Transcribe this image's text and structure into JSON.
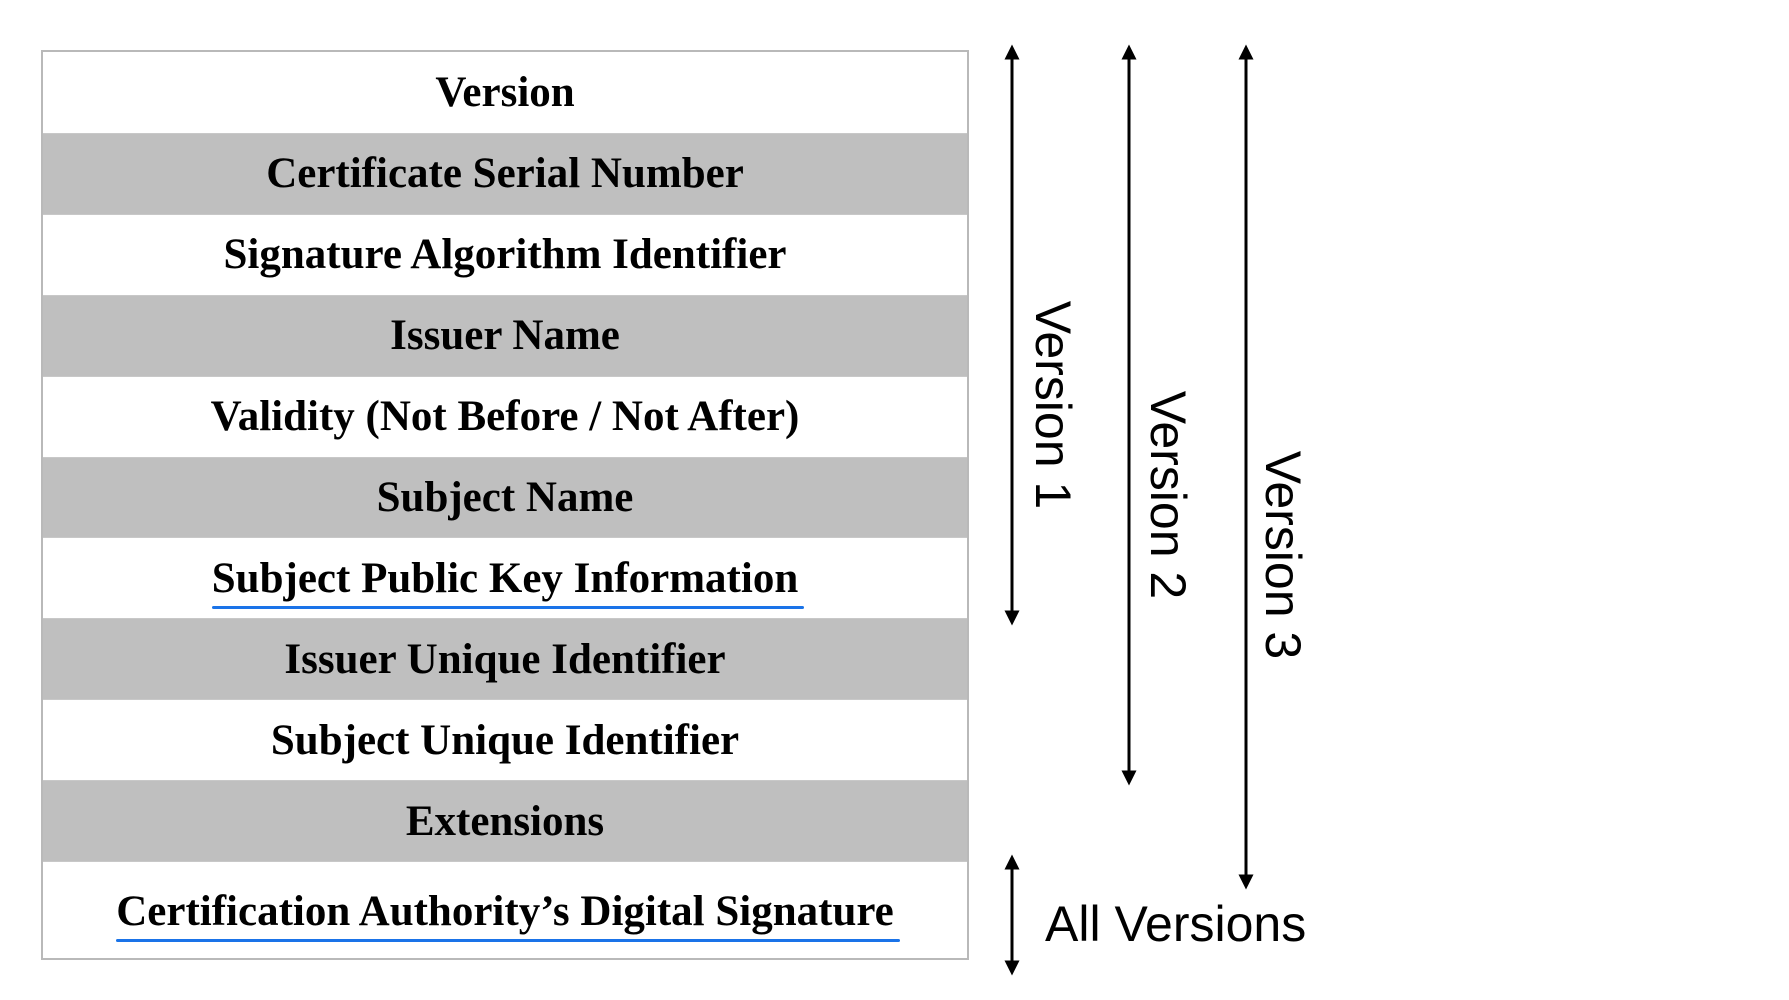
{
  "fields": [
    {
      "label": "Version",
      "shaded": false,
      "underlined": false
    },
    {
      "label": "Certificate Serial Number",
      "shaded": true,
      "underlined": false
    },
    {
      "label": "Signature Algorithm Identifier",
      "shaded": false,
      "underlined": false
    },
    {
      "label": "Issuer Name",
      "shaded": true,
      "underlined": false
    },
    {
      "label": "Validity (Not Before / Not After)",
      "shaded": false,
      "underlined": false
    },
    {
      "label": "Subject Name",
      "shaded": true,
      "underlined": false
    },
    {
      "label": "Subject Public Key Information",
      "shaded": false,
      "underlined": true
    },
    {
      "label": "Issuer Unique Identifier",
      "shaded": true,
      "underlined": false
    },
    {
      "label": "Subject Unique Identifier",
      "shaded": false,
      "underlined": false
    },
    {
      "label": "Extensions",
      "shaded": true,
      "underlined": false
    },
    {
      "label": "Certification Authority’s Digital Signature",
      "shaded": false,
      "underlined": true
    }
  ],
  "versions": [
    {
      "label": "Version 1",
      "from_field": 0,
      "to_field": 6
    },
    {
      "label": "Version 2",
      "from_field": 0,
      "to_field": 8
    },
    {
      "label": "Version 3",
      "from_field": 0,
      "to_field": 9
    }
  ],
  "all_versions": {
    "label": "All Versions",
    "field": 10
  },
  "colors": {
    "shaded_row": "#bfbfbf",
    "underline": "#1a73e8",
    "border": "#b9b9b9"
  }
}
